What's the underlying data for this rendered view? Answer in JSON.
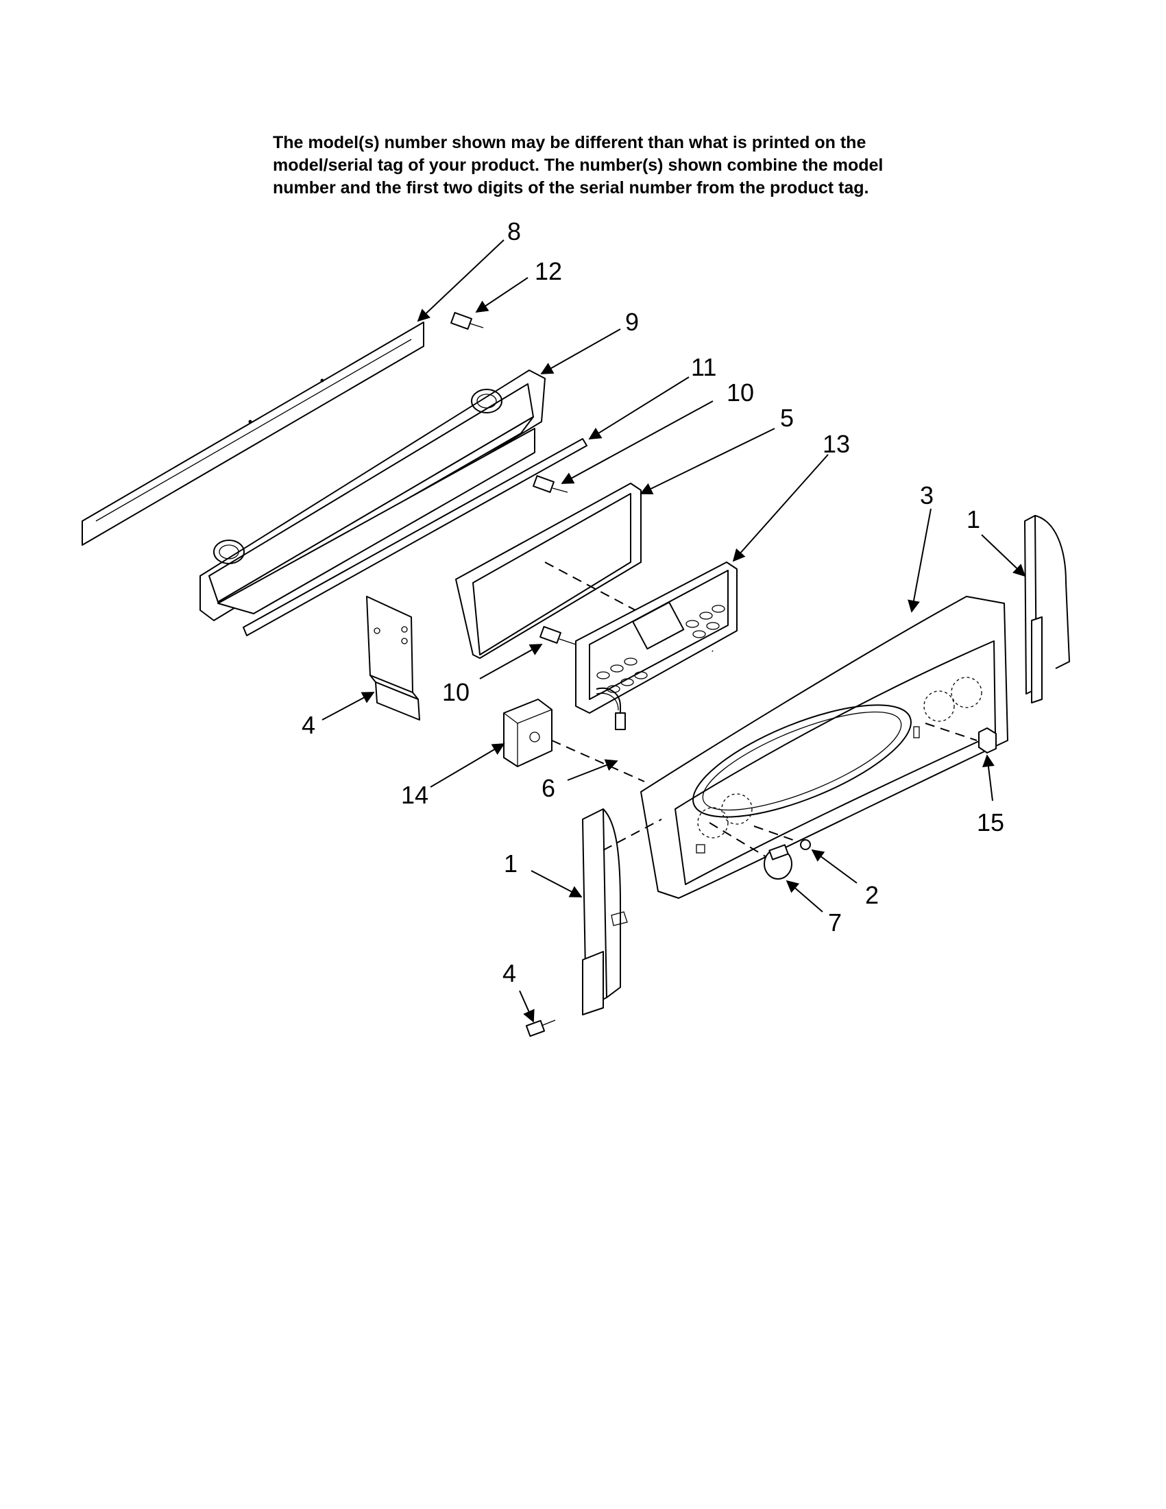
{
  "notice": {
    "line1": "The model(s) number shown may be different than what is printed on the",
    "line2": "model/serial tag of your product. The number(s) shown combine the model",
    "line3": "number and the first two digits of the serial number from the product tag."
  },
  "callouts": [
    {
      "id": "c8",
      "label": "8"
    },
    {
      "id": "c12",
      "label": "12"
    },
    {
      "id": "c9",
      "label": "9"
    },
    {
      "id": "c11",
      "label": "11"
    },
    {
      "id": "c10a",
      "label": "10"
    },
    {
      "id": "c5",
      "label": "5"
    },
    {
      "id": "c13",
      "label": "13"
    },
    {
      "id": "c3",
      "label": "3"
    },
    {
      "id": "c1a",
      "label": "1"
    },
    {
      "id": "c4a",
      "label": "4"
    },
    {
      "id": "c10b",
      "label": "10"
    },
    {
      "id": "c14",
      "label": "14"
    },
    {
      "id": "c6",
      "label": "6"
    },
    {
      "id": "c15",
      "label": "15"
    },
    {
      "id": "c1b",
      "label": "1"
    },
    {
      "id": "c2",
      "label": "2"
    },
    {
      "id": "c7",
      "label": "7"
    },
    {
      "id": "c4b",
      "label": "4"
    }
  ]
}
